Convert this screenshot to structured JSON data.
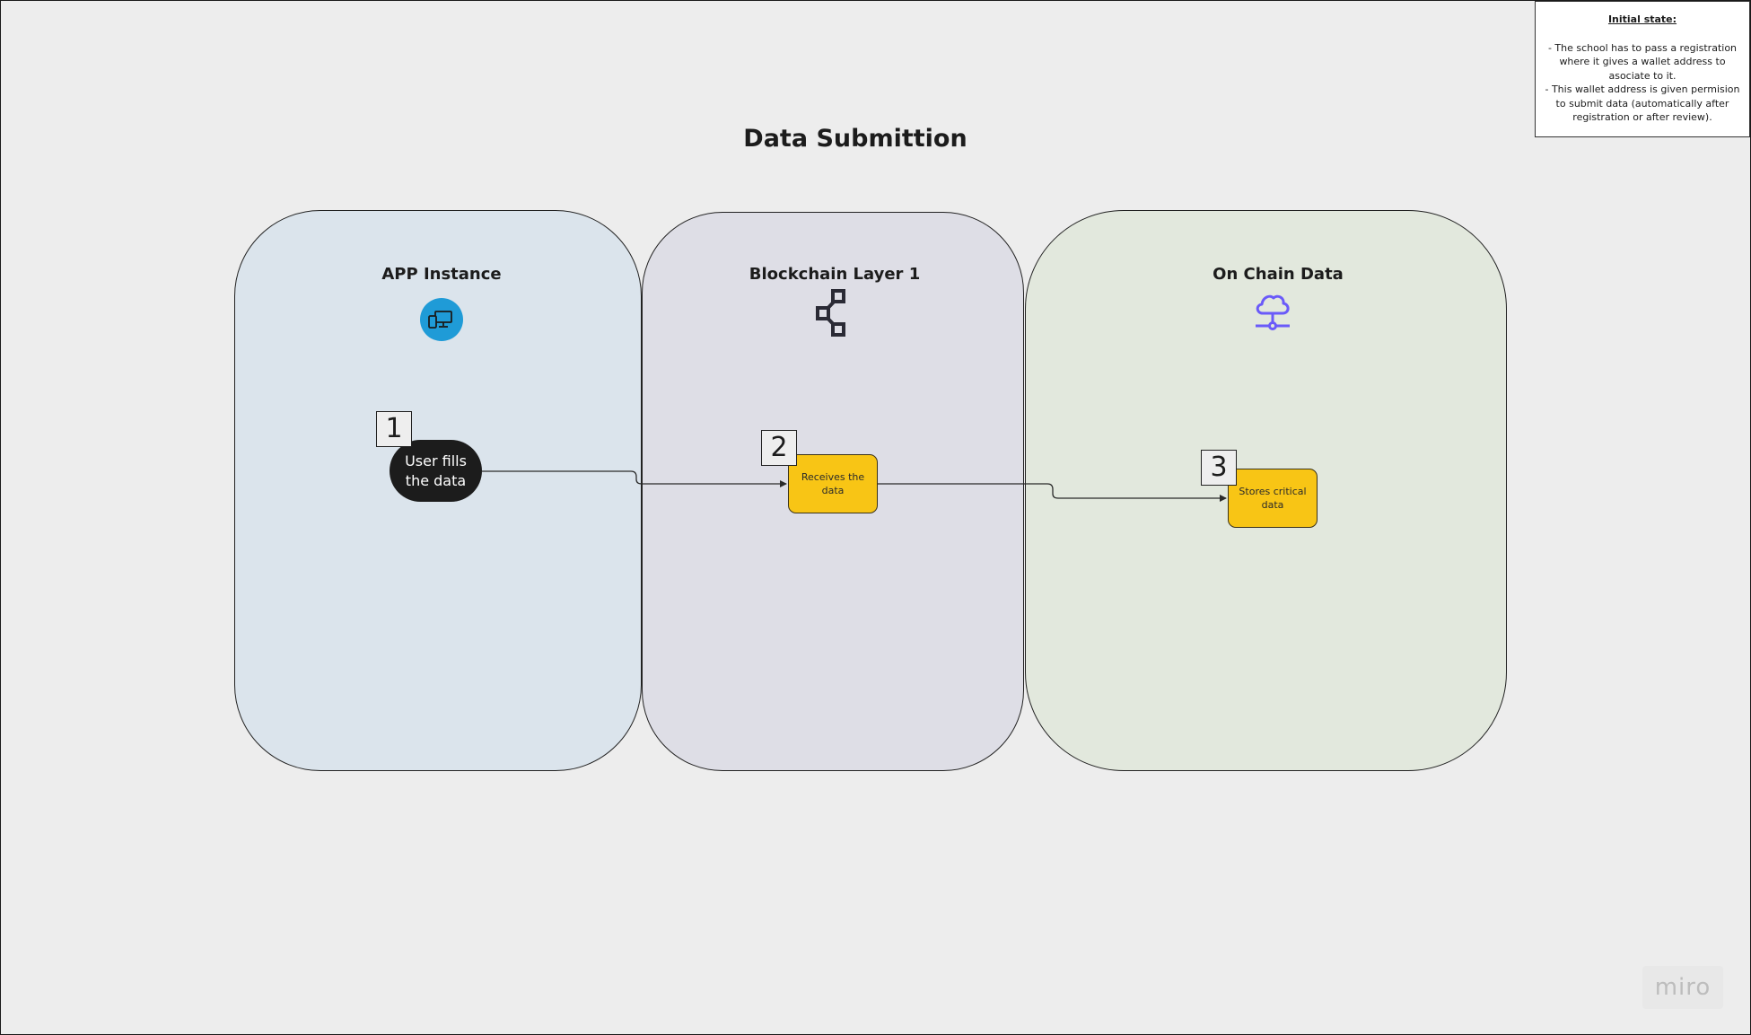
{
  "board": {
    "title": "Data Submittion",
    "watermark": "miro"
  },
  "lanes": [
    {
      "title": "APP Instance",
      "icon": "devices-icon"
    },
    {
      "title": "Blockchain Layer 1",
      "icon": "network-icon"
    },
    {
      "title": "On Chain Data",
      "icon": "cloud-network-icon"
    }
  ],
  "steps": [
    {
      "number": "1",
      "label": "User fills the data"
    },
    {
      "number": "2",
      "label": "Receives the data"
    },
    {
      "number": "3",
      "label": "Stores critical data"
    }
  ],
  "note": {
    "heading": "Initial state:",
    "line_1": "- The school has to pass a registration where it gives a wallet address to asociate to it.",
    "line_2": "- This wallet address is given permision to submit data (automatically after registration or after review)."
  },
  "colors": {
    "background": "#ededed",
    "lane_app": "#dbe4ec",
    "lane_chain": "#dedee6",
    "lane_data": "#e2e8dd",
    "sticky_yellow": "#f8c515",
    "step_1_fill": "#1c1c1c",
    "devices_icon": "#1f9bd7",
    "cloud_icon": "#6a5af9"
  }
}
